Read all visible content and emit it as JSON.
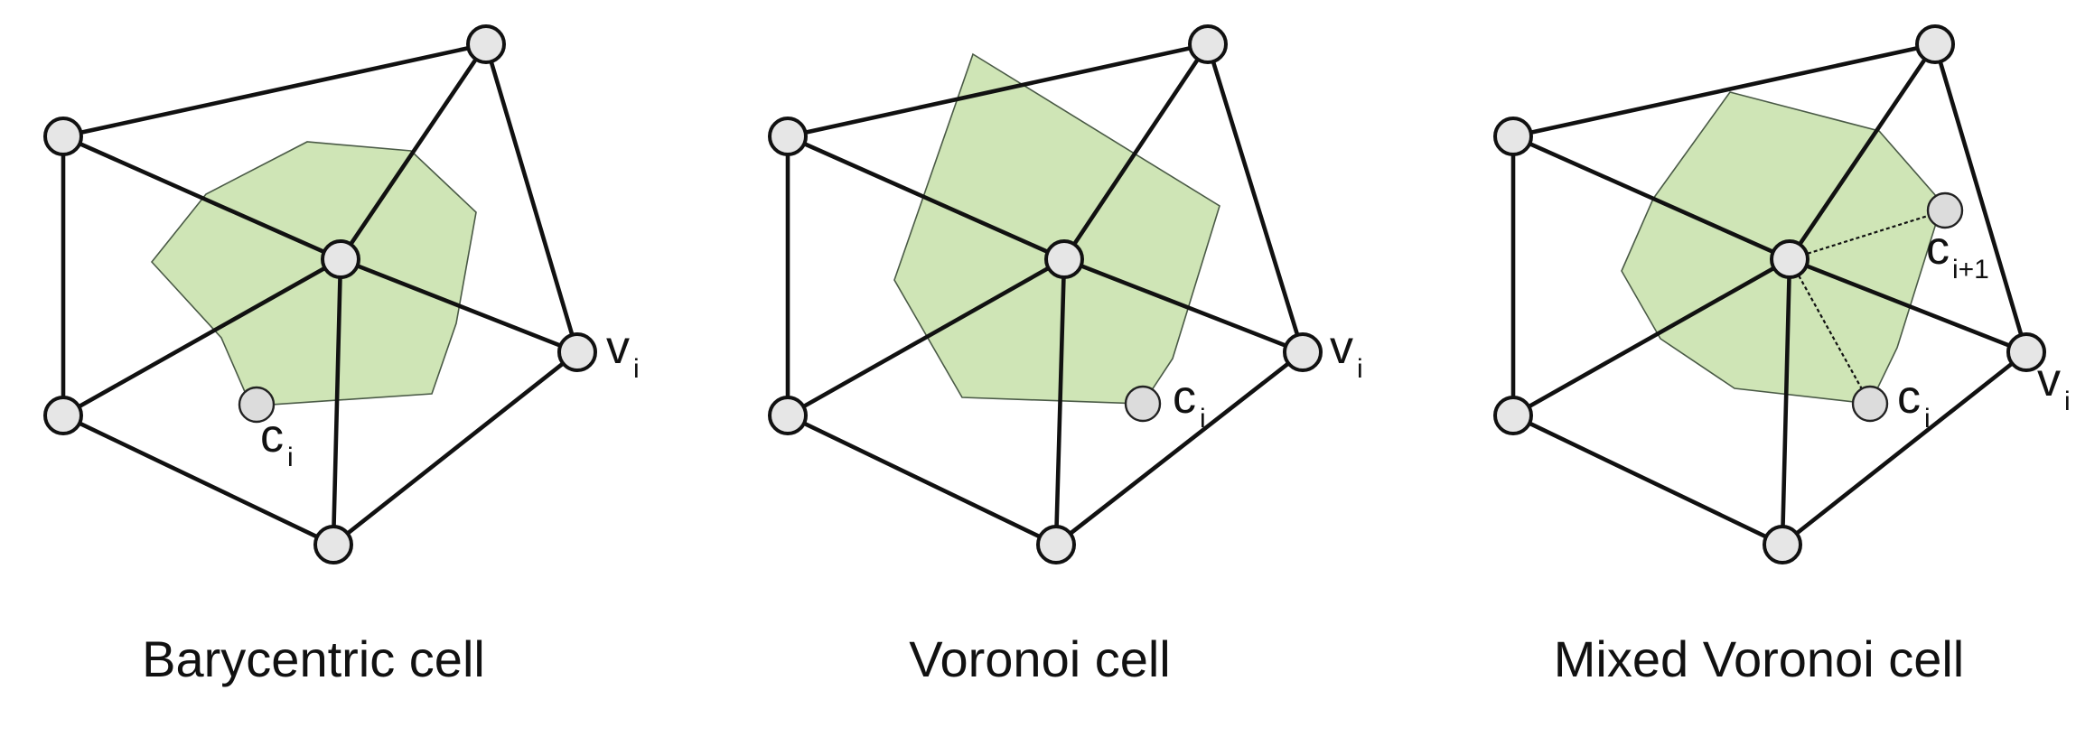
{
  "colors": {
    "cell_fill": "#cfe5b6",
    "edge": "#111111",
    "vertex_fill": "#e6e6e6"
  },
  "panels": [
    {
      "caption": "Barycentric cell",
      "vertex_label": {
        "symbol": "v",
        "sub": "i"
      },
      "point_labels": [
        {
          "symbol": "c",
          "sub": "i"
        }
      ]
    },
    {
      "caption": "Voronoi cell",
      "vertex_label": {
        "symbol": "v",
        "sub": "i"
      },
      "point_labels": [
        {
          "symbol": "c",
          "sub": "i"
        }
      ]
    },
    {
      "caption": "Mixed Voronoi cell",
      "vertex_label": {
        "symbol": "v",
        "sub": "i"
      },
      "point_labels": [
        {
          "symbol": "c",
          "sub": "i"
        },
        {
          "symbol": "c",
          "sub": "i+1"
        }
      ]
    }
  ]
}
